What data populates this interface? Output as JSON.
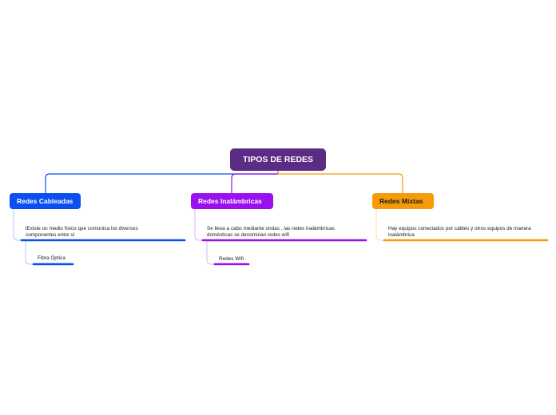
{
  "root": {
    "label": "TIPOS DE REDES",
    "color": "#5b2c83"
  },
  "branches": [
    {
      "label": "Redes Cableadas",
      "color": "#0b4ff2",
      "description": "lExiste un medio físico que comunica los diversos componentes entre sí",
      "children": [
        "Fibra Óptica"
      ]
    },
    {
      "label": "Redes Inalámbricas",
      "color": "#9a10f0",
      "description": "Se lleva a cabo mediante ondas , las redes inalámbricas domésticas se denominan redes wifi",
      "children": [
        "Redes Wifi"
      ]
    },
    {
      "label": "Redes Mixtas",
      "color": "#f79a0a",
      "description": "Hay equipos conectados por cables y otros equipos de manera inalámbrica",
      "children": []
    }
  ]
}
